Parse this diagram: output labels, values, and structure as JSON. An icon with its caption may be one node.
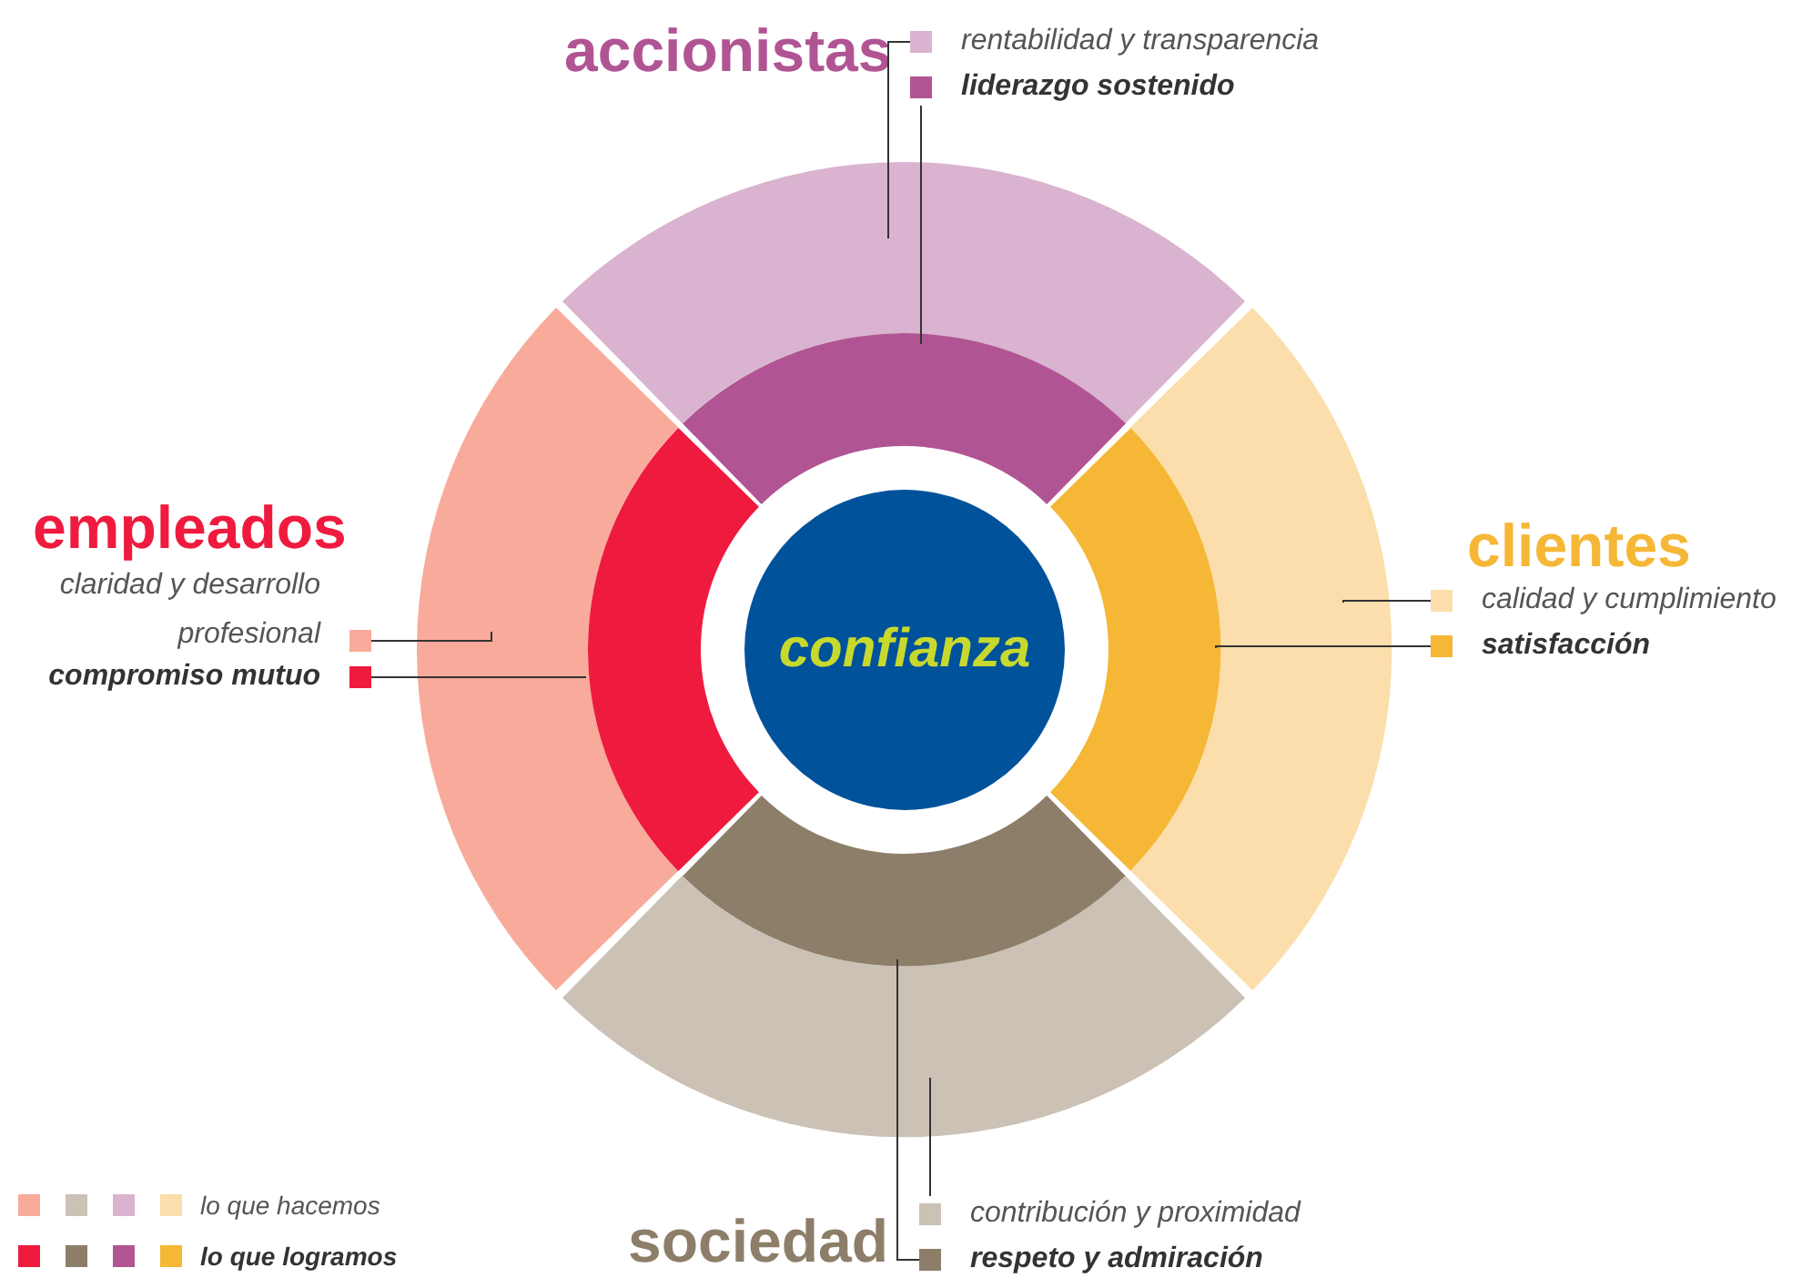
{
  "diagram": {
    "nodes": [
      {
        "text": [
          "confianza"
        ]
      },
      {
        "text": [],
        "shape": "segment"
      },
      {
        "text": [],
        "shape": "segment"
      },
      {
        "text": [],
        "shape": "segment"
      },
      {
        "text": [],
        "shape": "segment"
      },
      {
        "text": [],
        "shape": "segment"
      },
      {
        "text": [],
        "shape": "segment"
      },
      {
        "text": [],
        "shape": "segment"
      },
      {
        "text": [],
        "shape": "segment"
      },
      {
        "text": [
          "rentabilidad y transparencia"
        ]
      },
      {
        "text": [
          "liderazgo sostenido"
        ]
      },
      {
        "text": [
          "claridad y desarrollo profesional"
        ]
      },
      {
        "text": [
          "compromiso mutuo"
        ]
      },
      {
        "text": [
          "calidad y cumplimiento"
        ]
      },
      {
        "text": [
          "satisfacción"
        ]
      },
      {
        "text": [
          "contribución y proximidad"
        ]
      },
      {
        "text": [
          "respeto y admiración"
        ]
      }
    ],
    "edges": [
      {
        "from": 9,
        "to": 1,
        "arrow": "none"
      },
      {
        "from": 10,
        "to": 2,
        "arrow": "none"
      },
      {
        "from": 11,
        "to": 3,
        "arrow": "none"
      },
      {
        "from": 12,
        "to": 4,
        "arrow": "none"
      },
      {
        "from": 13,
        "to": 6,
        "arrow": "none"
      },
      {
        "from": 14,
        "to": 5,
        "arrow": "none"
      },
      {
        "from": 15,
        "to": 8,
        "arrow": "none"
      },
      {
        "from": 16,
        "to": 7,
        "arrow": "none"
      }
    ],
    "labels": [
      "accionistas",
      "empleados",
      "clientes",
      "sociedad"
    ],
    "legend": [
      {
        "text": "lo que hacemos"
      },
      {
        "text": "lo que logramos"
      }
    ]
  }
}
